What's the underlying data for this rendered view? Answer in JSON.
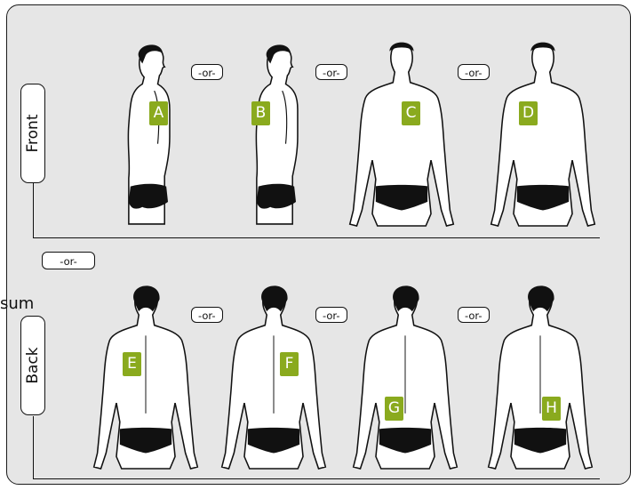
{
  "sections": {
    "front": "Front",
    "back": "Back"
  },
  "separator": "-or-",
  "stray_text": "sum",
  "markers": {
    "A": "A",
    "B": "B",
    "C": "C",
    "D": "D",
    "E": "E",
    "F": "F",
    "G": "G",
    "H": "H"
  },
  "colors": {
    "marker": "#8aaa1e",
    "panel": "#e6e6e6",
    "briefs": "#111111"
  }
}
